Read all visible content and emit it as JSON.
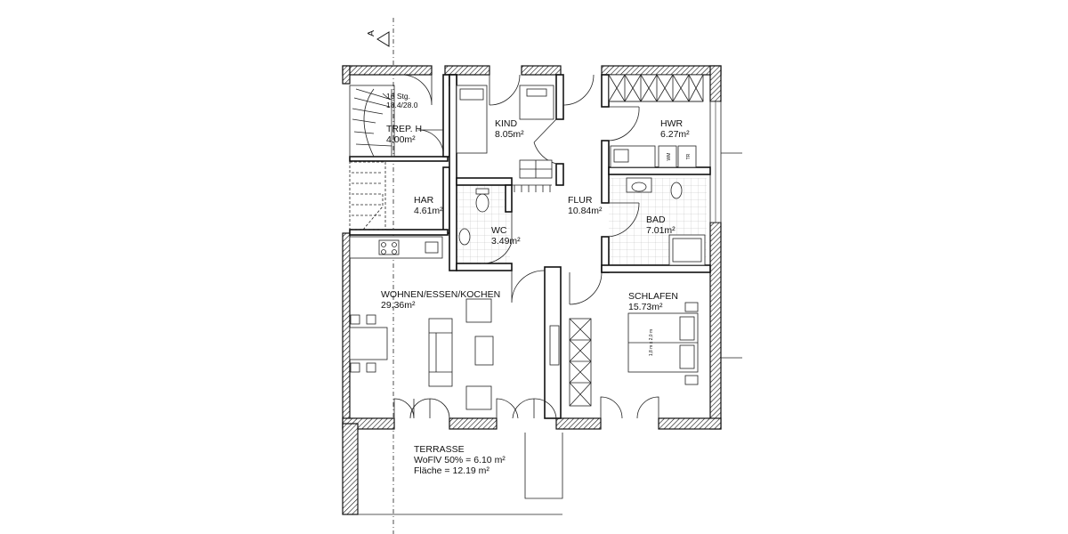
{
  "section_marker": "A",
  "stairs": {
    "steps": "16 Stg.",
    "ratio": "18.4/28.0"
  },
  "rooms": {
    "trep_h": {
      "name": "TREP. H",
      "area": "4.00m²"
    },
    "kind": {
      "name": "KIND",
      "area": "8.05m²"
    },
    "hwr": {
      "name": "HWR",
      "area": "6.27m²"
    },
    "har": {
      "name": "HAR",
      "area": "4.61m²"
    },
    "flur": {
      "name": "FLUR",
      "area": "10.84m²"
    },
    "bad": {
      "name": "BAD",
      "area": "7.01m²"
    },
    "wc": {
      "name": "WC",
      "area": "3.49m²"
    },
    "wohnen": {
      "name": "WOHNEN/ESSEN/KOCHEN",
      "area": "29.36m²"
    },
    "schlafen": {
      "name": "SCHLAFEN",
      "area": "15.73m²"
    }
  },
  "appliances": {
    "washer": "WM",
    "dryer": "TR"
  },
  "bed_size": "1,8 m x 2,0 m",
  "terrace": {
    "name": "TERRASSE",
    "wofiv": "WoFlV 50% = 6.10 m²",
    "area": "Fläche = 12.19 m²"
  }
}
